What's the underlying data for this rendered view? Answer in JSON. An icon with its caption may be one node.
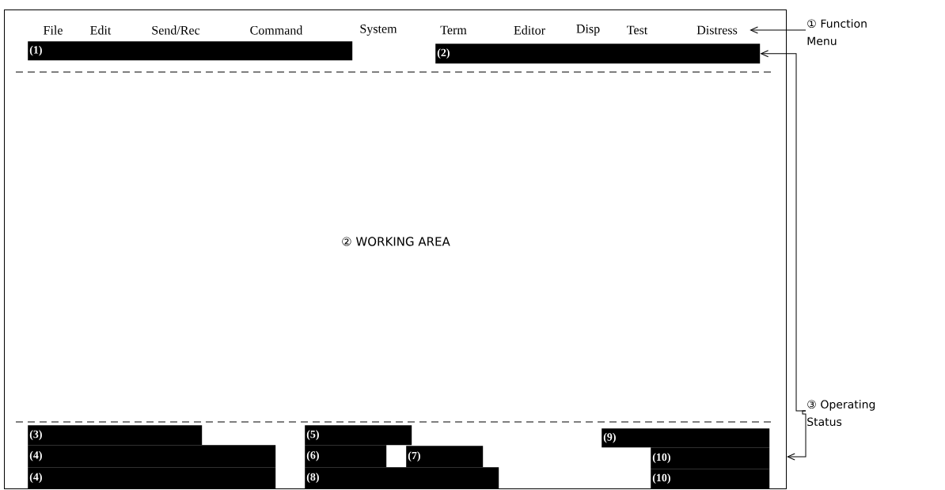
{
  "diagram": {
    "nodes": [
      {
        "text": [],
        "shape": "box"
      },
      {
        "text": [
          "File",
          "Edit",
          "Send/Rec",
          "Command",
          "System",
          "Term",
          "Editor",
          "Disp",
          "Test",
          "Distress"
        ],
        "in": 0
      },
      {
        "text": [
          "(1)"
        ],
        "in": 0
      },
      {
        "text": [
          "(2)"
        ],
        "in": 0
      },
      {
        "text": [
          "(3)"
        ],
        "in": 0
      },
      {
        "text": [
          "(4)"
        ],
        "in": 0
      },
      {
        "text": [
          "(4)"
        ],
        "in": 0
      },
      {
        "text": [
          "(5)"
        ],
        "in": 0
      },
      {
        "text": [
          "(6)"
        ],
        "in": 0
      },
      {
        "text": [
          "(7)"
        ],
        "in": 0
      },
      {
        "text": [
          "(8)"
        ],
        "in": 0
      },
      {
        "text": [
          "(9)"
        ],
        "in": 0
      },
      {
        "text": [
          "(10)"
        ],
        "in": 0
      },
      {
        "text": [
          "(10)"
        ],
        "in": 0
      },
      {
        "text": [
          "① Function Menu"
        ]
      },
      {
        "text": [
          "③ Operating Status"
        ]
      }
    ],
    "edges": [
      {
        "from": 14,
        "to": 1,
        "arrow": "to"
      },
      {
        "from": 15,
        "to": 3,
        "arrow": "to"
      },
      {
        "from": 15,
        "to": 0,
        "arrow": "to"
      }
    ],
    "labels": [
      "② WORKING AREA"
    ]
  }
}
